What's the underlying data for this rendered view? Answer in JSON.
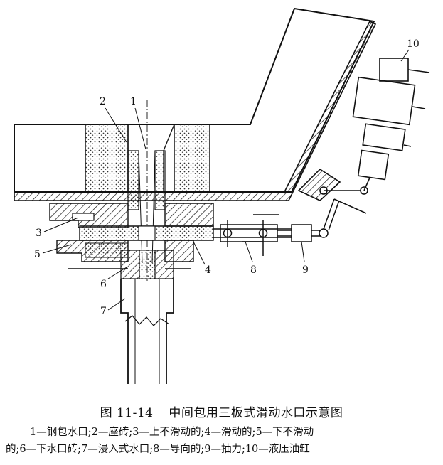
{
  "figure": {
    "number": "图 11-14",
    "title": "中间包用三板式滑动水口示意图",
    "legend_line1": "1—钢包水口;2—座砖;3—上不滑动的;4—滑动的;5—下不滑动",
    "legend_line2": "的;6—下水口砖;7—浸入式水口;8—导向的;9—抽力;10—液压油缸"
  },
  "labels": {
    "n1": "1",
    "n2": "2",
    "n3": "3",
    "n4": "4",
    "n5": "5",
    "n6": "6",
    "n7": "7",
    "n8": "8",
    "n9": "9",
    "n10": "10"
  }
}
